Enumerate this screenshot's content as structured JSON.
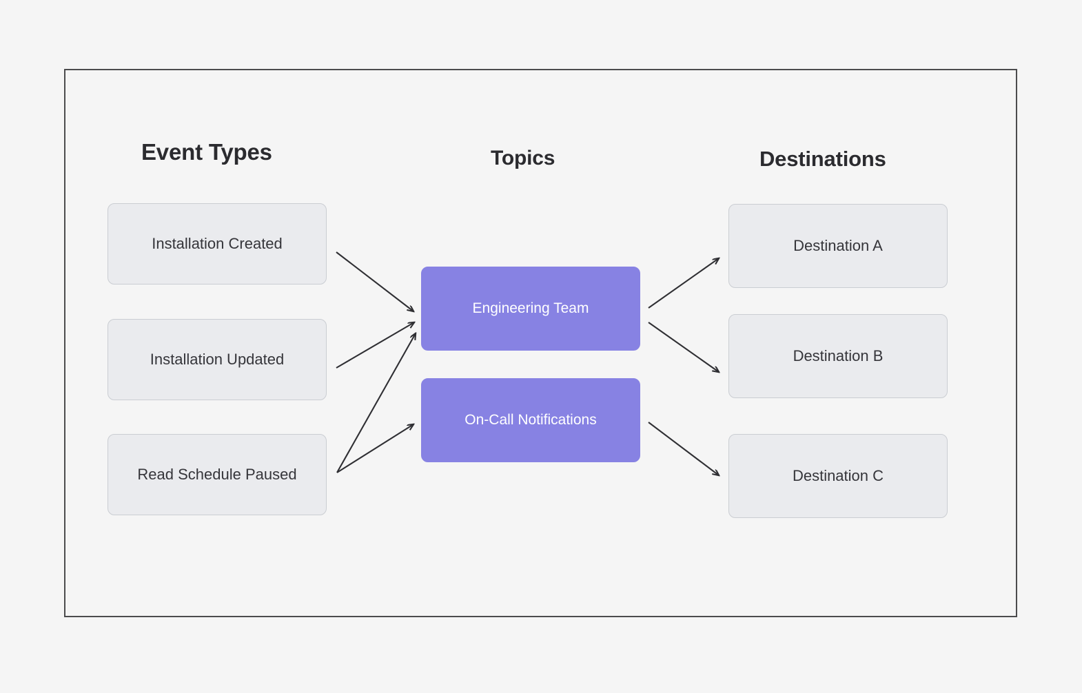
{
  "diagram": {
    "title_columns": {
      "event_types": "Event Types",
      "topics": "Topics",
      "destinations": "Destinations"
    },
    "colors": {
      "page_background": "#f5f5f5",
      "frame_border": "#4b4b4d",
      "node_fill": "#eaebee",
      "node_border": "#cacdd2",
      "topic_fill": "#8782e3",
      "topic_text": "#ffffff",
      "node_text": "#35353a",
      "heading_text": "#2b2b2f",
      "arrow": "#2f2f33"
    },
    "event_types": [
      {
        "label": "Installation Created"
      },
      {
        "label": "Installation Updated"
      },
      {
        "label": "Read Schedule Paused"
      }
    ],
    "topics": [
      {
        "label": "Engineering Team"
      },
      {
        "label": "On-Call Notifications"
      }
    ],
    "destinations": [
      {
        "label": "Destination A"
      },
      {
        "label": "Destination B"
      },
      {
        "label": "Destination C"
      }
    ],
    "connections": [
      {
        "from": "Installation Created",
        "to": "Engineering Team"
      },
      {
        "from": "Installation Updated",
        "to": "Engineering Team"
      },
      {
        "from": "Read Schedule Paused",
        "to": "Engineering Team"
      },
      {
        "from": "Read Schedule Paused",
        "to": "On-Call Notifications"
      },
      {
        "from": "Engineering Team",
        "to": "Destination A"
      },
      {
        "from": "Engineering Team",
        "to": "Destination B"
      },
      {
        "from": "On-Call Notifications",
        "to": "Destination C"
      }
    ]
  }
}
